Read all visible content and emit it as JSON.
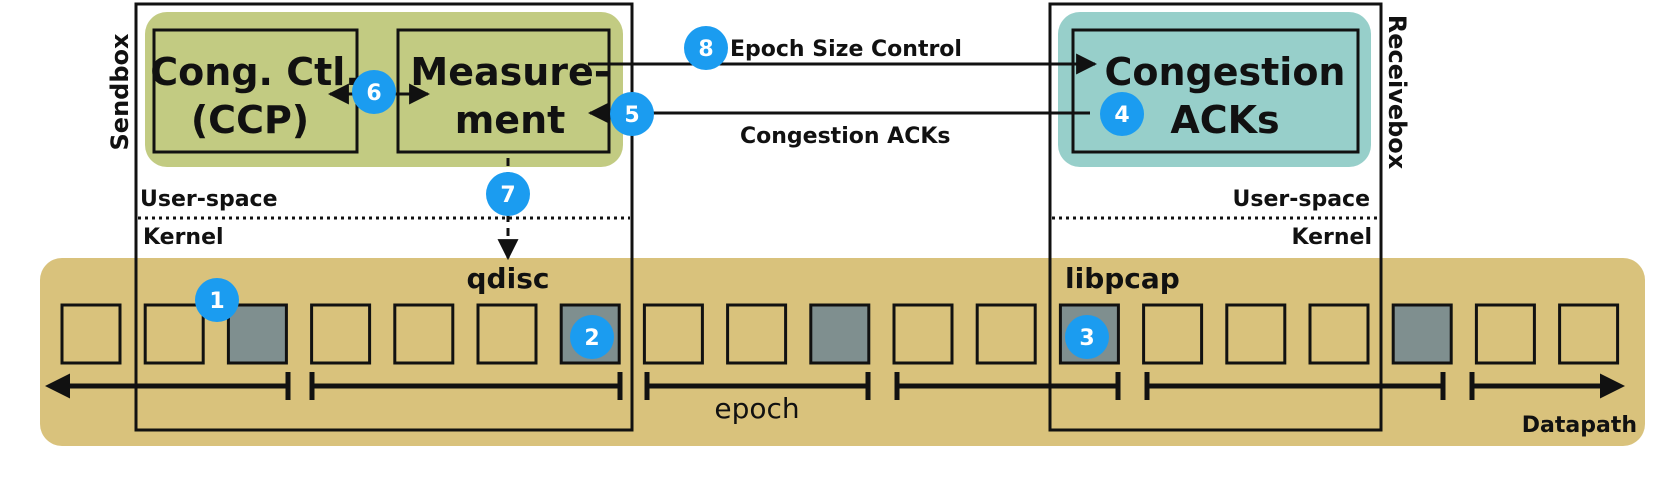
{
  "colors": {
    "datapath_band": "#d9c27c",
    "sendbox_userspace": "#c2cb82",
    "receivebox_userspace": "#97cfca",
    "packet_empty": "#d9c27c",
    "packet_marked": "#7f8f8f",
    "badge": "#1b9cf0",
    "line": "#111111"
  },
  "labels": {
    "sendbox": "Sendbox",
    "receivebox": "Receivebox",
    "user_space_left": "User-space",
    "kernel_left": "Kernel",
    "user_space_right": "User-space",
    "kernel_right": "Kernel",
    "cong_ctl_line1": "Cong. Ctl.",
    "cong_ctl_line2": "(CCP)",
    "measurement_line1": "Measure-",
    "measurement_line2": "ment",
    "congestion_acks_box_line1": "Congestion",
    "congestion_acks_box_line2": "ACKs",
    "epoch_size_control": "Epoch Size Control",
    "congestion_acks_arrow": "Congestion ACKs",
    "qdisc": "qdisc",
    "libpcap": "libpcap",
    "epoch": "epoch",
    "datapath": "Datapath"
  },
  "badges": [
    "1",
    "2",
    "3",
    "4",
    "5",
    "6",
    "7",
    "8"
  ],
  "packets": [
    {
      "marked": false
    },
    {
      "marked": false
    },
    {
      "marked": true
    },
    {
      "marked": false
    },
    {
      "marked": false
    },
    {
      "marked": false
    },
    {
      "marked": true
    },
    {
      "marked": false
    },
    {
      "marked": false
    },
    {
      "marked": true
    },
    {
      "marked": false
    },
    {
      "marked": false
    },
    {
      "marked": true
    },
    {
      "marked": false
    },
    {
      "marked": false
    },
    {
      "marked": false
    },
    {
      "marked": true
    },
    {
      "marked": false
    },
    {
      "marked": false
    }
  ]
}
